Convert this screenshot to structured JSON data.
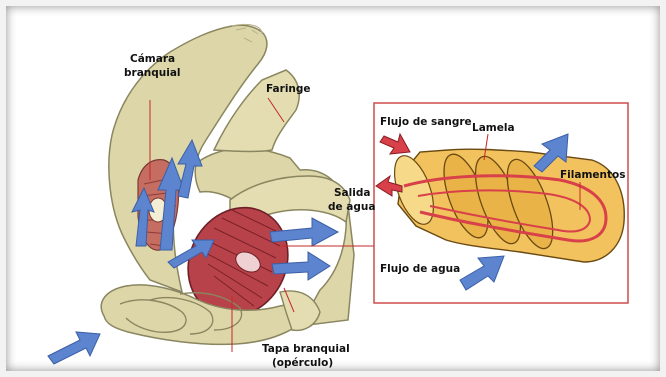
{
  "labels": {
    "camara_line1": "Cámara",
    "camara_line2": "branquial",
    "faringe": "Faringe",
    "salida_line1": "Salida",
    "salida_line2": "de agua",
    "tapa_line1": "Tapa branquial",
    "tapa_line2": "(opérculo)",
    "flujo_sangre": "Flujo de sangre",
    "lamela": "Lamela",
    "filamentos": "Filamentos",
    "flujo_agua": "Flujo de agua"
  },
  "colors": {
    "skin": "#dcd6a8",
    "skin_dark": "#8a8660",
    "gill_red": "#b8424a",
    "arrow_blue": "#5c84cf",
    "inset_border": "#cf4b4b",
    "filament_yellow": "#f2c25e",
    "blood_red": "#d8404a"
  }
}
